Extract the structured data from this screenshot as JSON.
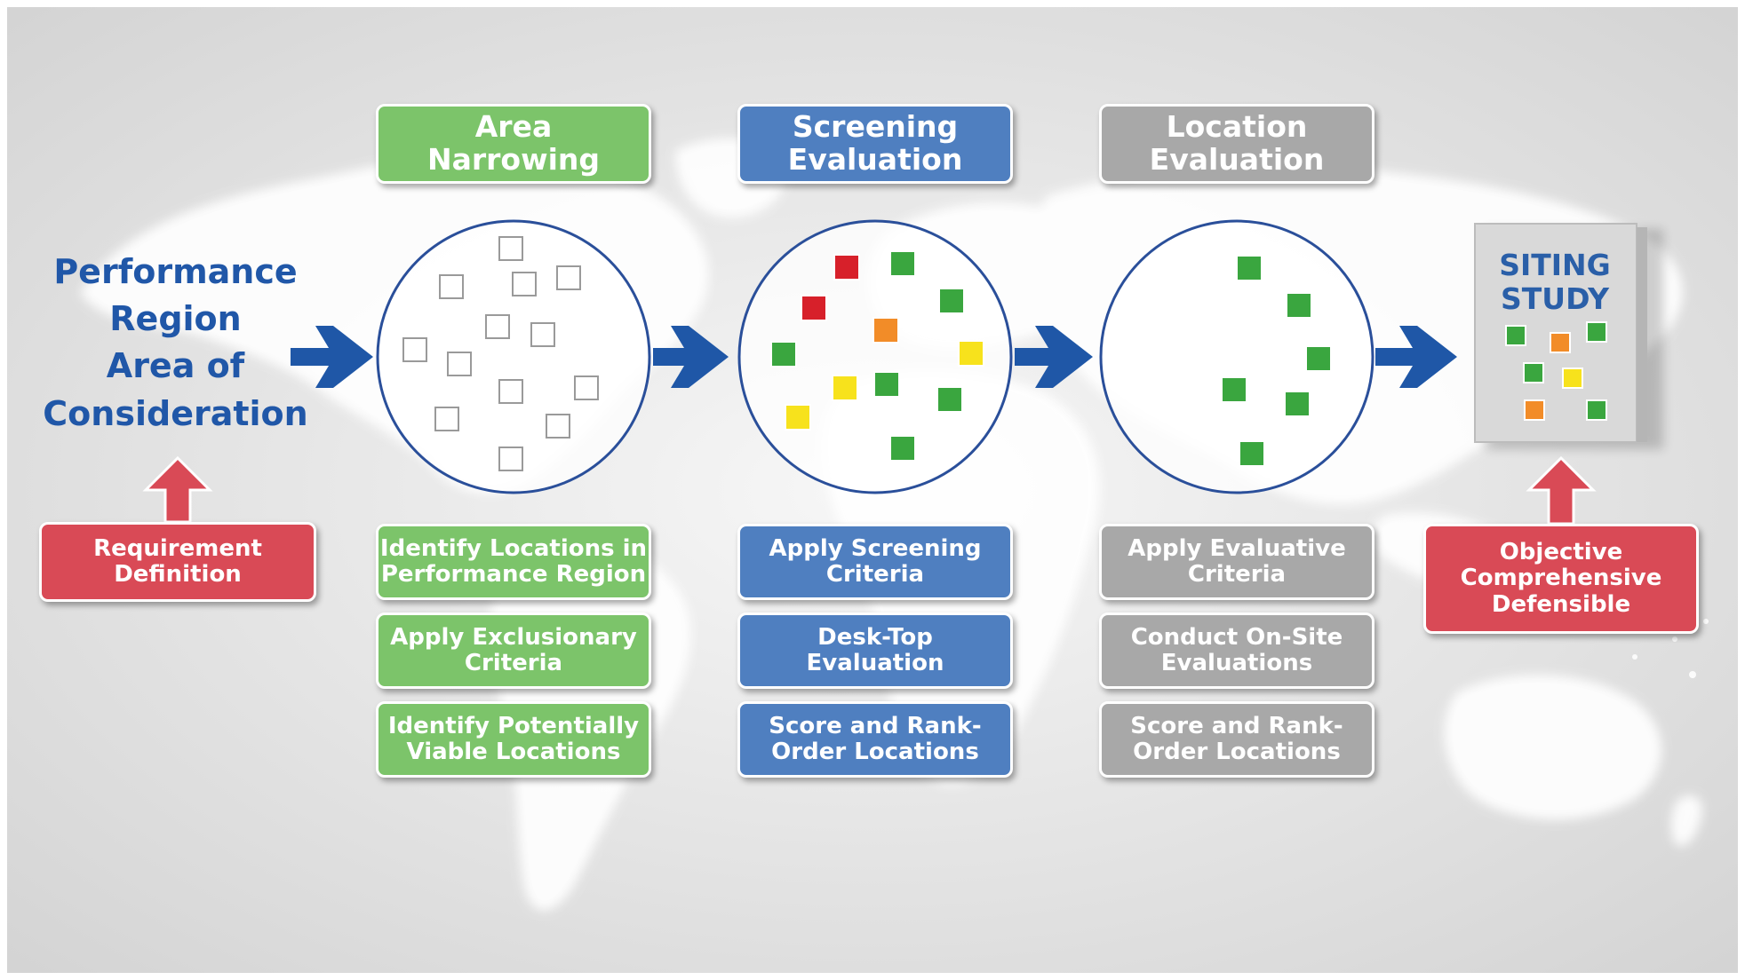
{
  "left_label": {
    "lines": [
      "Performance",
      "Region",
      "Area of",
      "Consideration"
    ]
  },
  "requirement": {
    "line1": "Requirement",
    "line2": "Definition"
  },
  "stages": [
    {
      "title": "Area\nNarrowing",
      "color": "#7cc46a",
      "steps": [
        "Identify Locations in\nPerformance Region",
        "Apply Exclusionary\nCriteria",
        "Identify Potentially\nViable Locations"
      ],
      "markers": [
        "empty",
        "empty",
        "empty",
        "empty",
        "empty",
        "empty",
        "empty",
        "empty",
        "empty",
        "empty",
        "empty",
        "empty",
        "empty",
        "empty"
      ]
    },
    {
      "title": "Screening\nEvaluation",
      "color": "#4f7fc0",
      "steps": [
        "Apply Screening\nCriteria",
        "Desk-Top\nEvaluation",
        "Score and Rank-\nOrder Locations"
      ],
      "markers": [
        "red",
        "green",
        "green",
        "red",
        "orange",
        "yellow",
        "green",
        "yellow",
        "green",
        "green",
        "yellow",
        "green"
      ]
    },
    {
      "title": "Location\nEvaluation",
      "color": "#a8a8a8",
      "steps": [
        "Apply Evaluative\nCriteria",
        "Conduct On-Site\nEvaluations",
        "Score and Rank-\nOrder Locations"
      ],
      "markers": [
        "green",
        "green",
        "green",
        "green",
        "green",
        "green"
      ]
    }
  ],
  "siting_study": {
    "title_line1": "SITING",
    "title_line2": "STUDY",
    "markers": [
      "green",
      "orange",
      "green",
      "green",
      "yellow",
      "orange",
      "green"
    ]
  },
  "outcome": {
    "lines": [
      "Objective",
      "Comprehensive",
      "Defensible"
    ]
  },
  "colors": {
    "green": "#3aa63f",
    "red": "#d7202a",
    "orange": "#f28c28",
    "yellow": "#f7e21c",
    "arrow_blue": "#1f57a7",
    "arrow_red": "#d94a56",
    "circle_stroke": "#2a4f9a"
  }
}
